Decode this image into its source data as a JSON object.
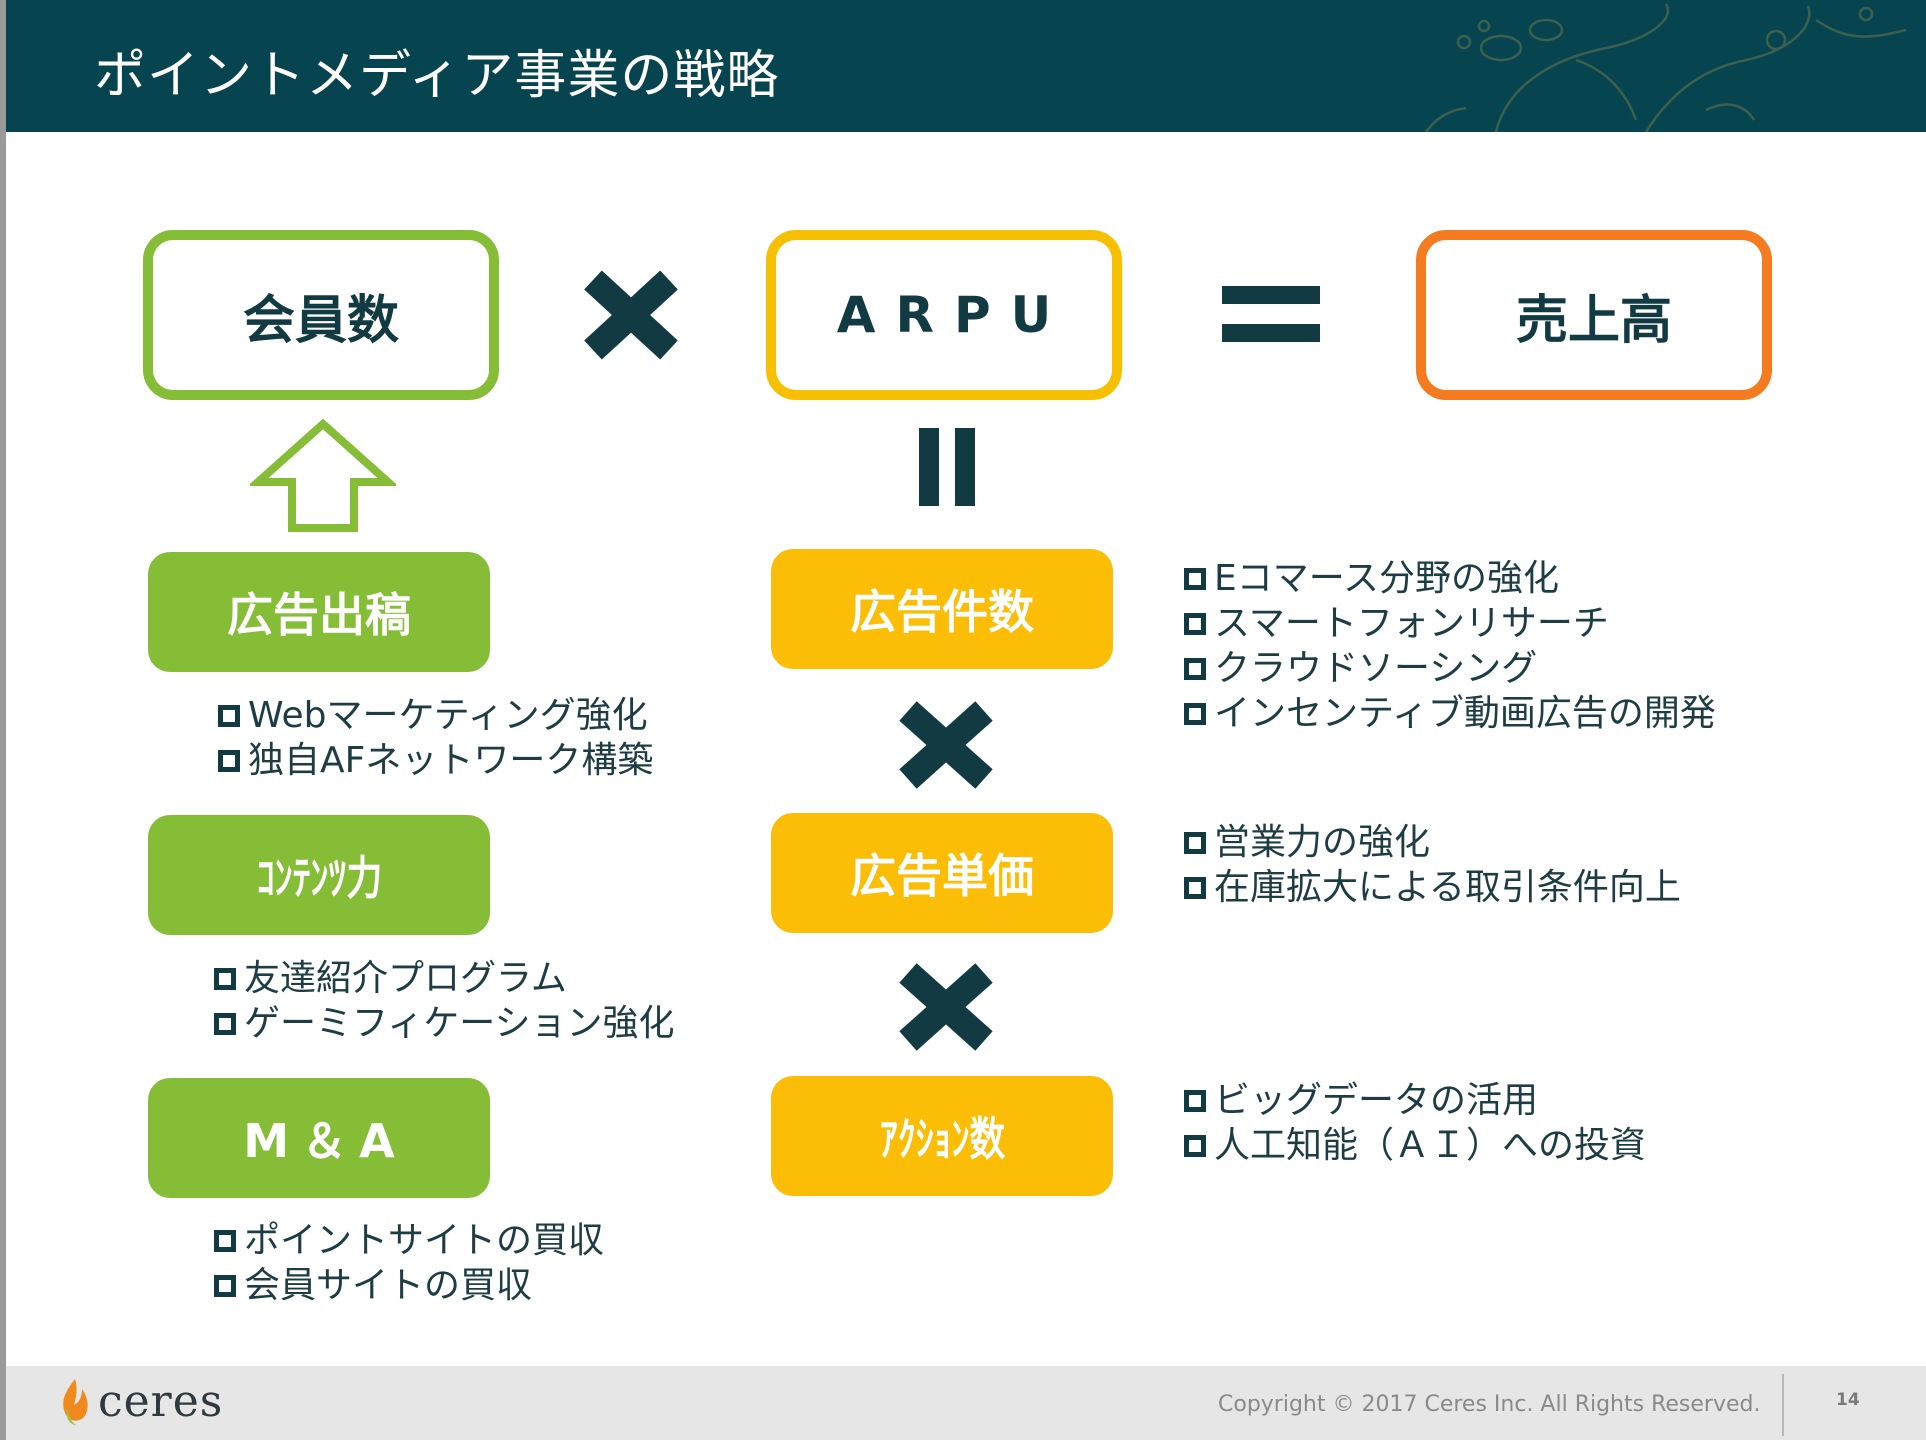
{
  "title": "ポイントメディア事業の戦略",
  "equation": {
    "members": "会員数",
    "arpu": "ARPU",
    "sales": "売上高"
  },
  "left": {
    "items": [
      {
        "label": "広告出稿",
        "bullets": [
          "Webマーケティング強化",
          "独自AFネットワーク構築"
        ]
      },
      {
        "label": "ｺﾝﾃﾝﾂ力",
        "bullets": [
          "友達紹介プログラム",
          "ゲーミフィケーション強化"
        ]
      },
      {
        "label": "M＆A",
        "bullets": [
          "ポイントサイトの買収",
          "会員サイトの買収"
        ]
      }
    ]
  },
  "right": {
    "items": [
      {
        "label": "広告件数",
        "bullets": [
          "Eコマース分野の強化",
          "スマートフォンリサーチ",
          "クラウドソーシング",
          "インセンティブ動画広告の開発"
        ]
      },
      {
        "label": "広告単価",
        "bullets": [
          "営業力の強化",
          "在庫拡大による取引条件向上"
        ]
      },
      {
        "label": "ｱｸｼｮﾝ数",
        "bullets": [
          "ビッグデータの活用",
          "人工知能（ＡＩ）への投資"
        ]
      }
    ]
  },
  "footer": {
    "logo": "ceres",
    "copyright": "Copyright © 2017 Ceres Inc. All Rights Reserved.",
    "page": "14"
  },
  "colors": {
    "header": "#06444f",
    "green": "#86bd37",
    "yellow": "#fbbd05",
    "orange": "#f47b20",
    "dark": "#123a42"
  }
}
